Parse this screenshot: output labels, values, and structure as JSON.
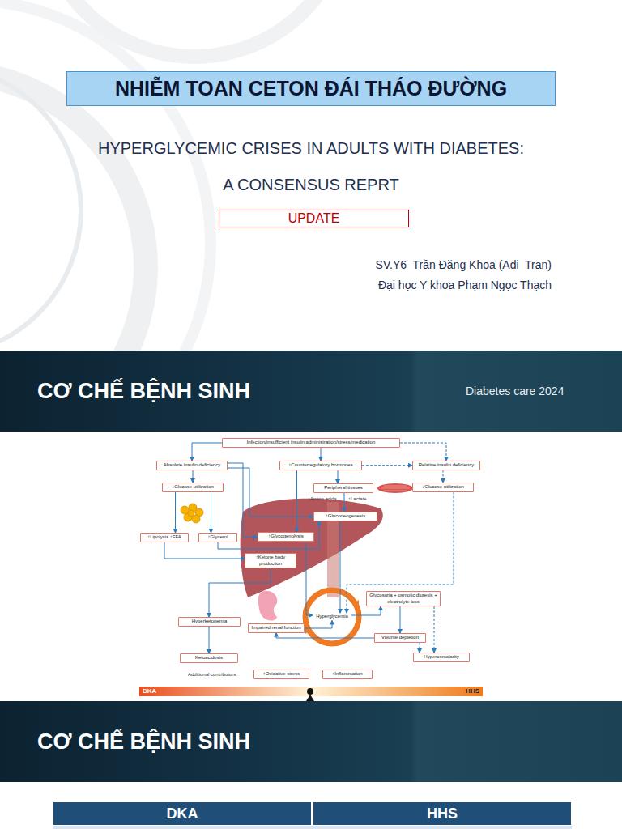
{
  "diagram": {
    "nodes": [
      {
        "text": [
          "NHIỄM TOAN CETON ĐÁI THÁO ĐƯỜNG"
        ]
      },
      {
        "text": [
          "UPDATE"
        ]
      },
      {
        "text": [
          "CƠ CHẾ BỆNH SINH",
          "Diabetes care 2024"
        ]
      },
      {
        "text": [
          "Infection/insufficient insulin administration/stress/medication"
        ]
      },
      {
        "text": [
          "Absolute insulin deficiency"
        ]
      },
      {
        "text": [
          "↑Counterregulatory hormones"
        ]
      },
      {
        "text": [
          "Relative insulin deficiency"
        ]
      },
      {
        "text": [
          "↓Glucose utilization"
        ]
      },
      {
        "text": [
          "Peripheral tissues"
        ]
      },
      {
        "text": [
          "↓Glucose utilization"
        ]
      },
      {
        "text": [
          "↑Gluconeogenesis"
        ]
      },
      {
        "text": [
          "↑Lipolysis ↑FFA"
        ]
      },
      {
        "text": [
          "↑Glycerol"
        ]
      },
      {
        "text": [
          "↑Glycogenolysis"
        ]
      },
      {
        "text": [
          "↑Ketone body production"
        ]
      },
      {
        "text": [
          "Hyperglycemia"
        ]
      },
      {
        "text": [
          "Glycosuria + osmotic diuresis + electrolyte loss"
        ]
      },
      {
        "text": [
          "Hyperketonemia"
        ]
      },
      {
        "text": [
          "Impaired renal function"
        ]
      },
      {
        "text": [
          "Volume depletion"
        ]
      },
      {
        "text": [
          "Ketoacidosis"
        ]
      },
      {
        "text": [
          "Hyperosmolarity"
        ]
      },
      {
        "text": [
          "↑Oxidative stress"
        ]
      },
      {
        "text": [
          "↑Inflammation"
        ]
      },
      {
        "text": [
          "CƠ CHẾ BỆNH SINH"
        ]
      },
      {
        "text": [
          "DKA"
        ]
      },
      {
        "text": [
          "HHS"
        ]
      }
    ],
    "edges": [
      {
        "from": 3,
        "to": 4,
        "arrow": "to"
      },
      {
        "from": 3,
        "to": 5,
        "arrow": "to"
      },
      {
        "from": 3,
        "to": 6,
        "arrow": "to"
      },
      {
        "from": 5,
        "to": 6,
        "arrow": "to"
      },
      {
        "from": 4,
        "to": 7,
        "arrow": "to"
      },
      {
        "from": 6,
        "to": 9,
        "arrow": "to"
      },
      {
        "from": 4,
        "to": 13,
        "arrow": "to"
      },
      {
        "from": 4,
        "to": 10,
        "arrow": "to"
      },
      {
        "from": 5,
        "to": 8,
        "arrow": "to"
      },
      {
        "from": 5,
        "to": 13,
        "arrow": "to"
      },
      {
        "from": 8,
        "to": 10,
        "arrow": "to"
      },
      {
        "from": 7,
        "to": 11,
        "arrow": "to"
      },
      {
        "from": 7,
        "to": 12,
        "arrow": "to"
      },
      {
        "from": 11,
        "to": 14,
        "arrow": "to"
      },
      {
        "from": 12,
        "to": 10,
        "arrow": "to"
      },
      {
        "from": 14,
        "to": 17,
        "arrow": "to"
      },
      {
        "from": 17,
        "to": 20,
        "arrow": "to"
      },
      {
        "from": 10,
        "to": 15,
        "arrow": "to"
      },
      {
        "from": 13,
        "to": 15,
        "arrow": "to"
      },
      {
        "from": 9,
        "to": 15,
        "arrow": "to"
      },
      {
        "from": 15,
        "to": 16,
        "arrow": "to"
      },
      {
        "from": 16,
        "to": 19,
        "arrow": "to"
      },
      {
        "from": 19,
        "to": 18,
        "arrow": "to"
      },
      {
        "from": 18,
        "to": 15,
        "arrow": "to"
      },
      {
        "from": 16,
        "to": 21,
        "arrow": "to"
      },
      {
        "from": 19,
        "to": 21,
        "arrow": "to"
      }
    ],
    "labels": [
      "HYPERGLYCEMIC CRISES IN ADULTS WITH DIABETES:",
      "A CONSENSUS REPRT",
      "SV.Y6  Trần Đăng Khoa (Adi  Tran)",
      "Đại học Y khoa Phạm Ngọc Thạch",
      "↑Amino acids",
      "↑Lactate",
      "Additional contributors:",
      "DKA",
      "HHS"
    ]
  }
}
